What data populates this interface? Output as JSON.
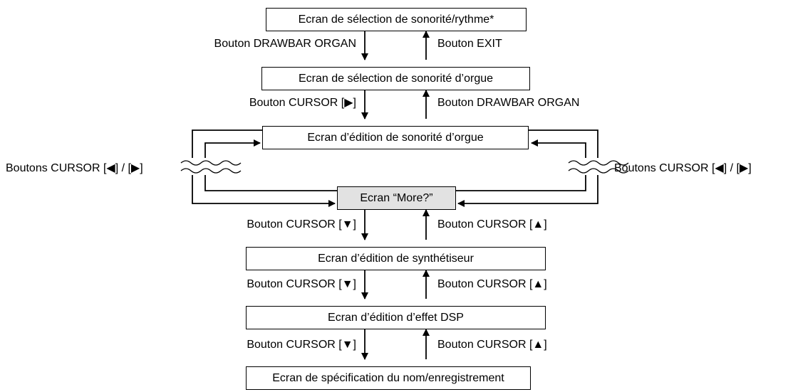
{
  "screens": {
    "tone_rhythm": "Ecran de sélection de sonorité/rythme*",
    "organ_select": "Ecran de sélection de sonorité d’orgue",
    "organ_edit": "Ecran d’édition de sonorité d’orgue",
    "more": "Ecran “More?”",
    "synth_edit": "Ecran d’édition de synthétiseur",
    "dsp_edit": "Ecran d’édition d’effet DSP",
    "name_save": "Ecran de spécification du nom/enregistrement"
  },
  "buttons": {
    "drawbar_down": "Bouton DRAWBAR ORGAN",
    "exit_up": "Bouton EXIT",
    "cursor_right_down": "Bouton CURSOR [▶]",
    "drawbar_up": "Bouton DRAWBAR ORGAN",
    "cursors_left": "Boutons CURSOR [◀] / [▶]",
    "cursors_right": "Boutons CURSOR [◀] / [▶]",
    "cursor_down_1": "Bouton CURSOR [▼]",
    "cursor_up_1": "Bouton CURSOR [▲]",
    "cursor_down_2": "Bouton CURSOR [▼]",
    "cursor_up_2": "Bouton CURSOR [▲]",
    "cursor_down_3": "Bouton CURSOR [▼]",
    "cursor_up_3": "Bouton CURSOR [▲]"
  }
}
